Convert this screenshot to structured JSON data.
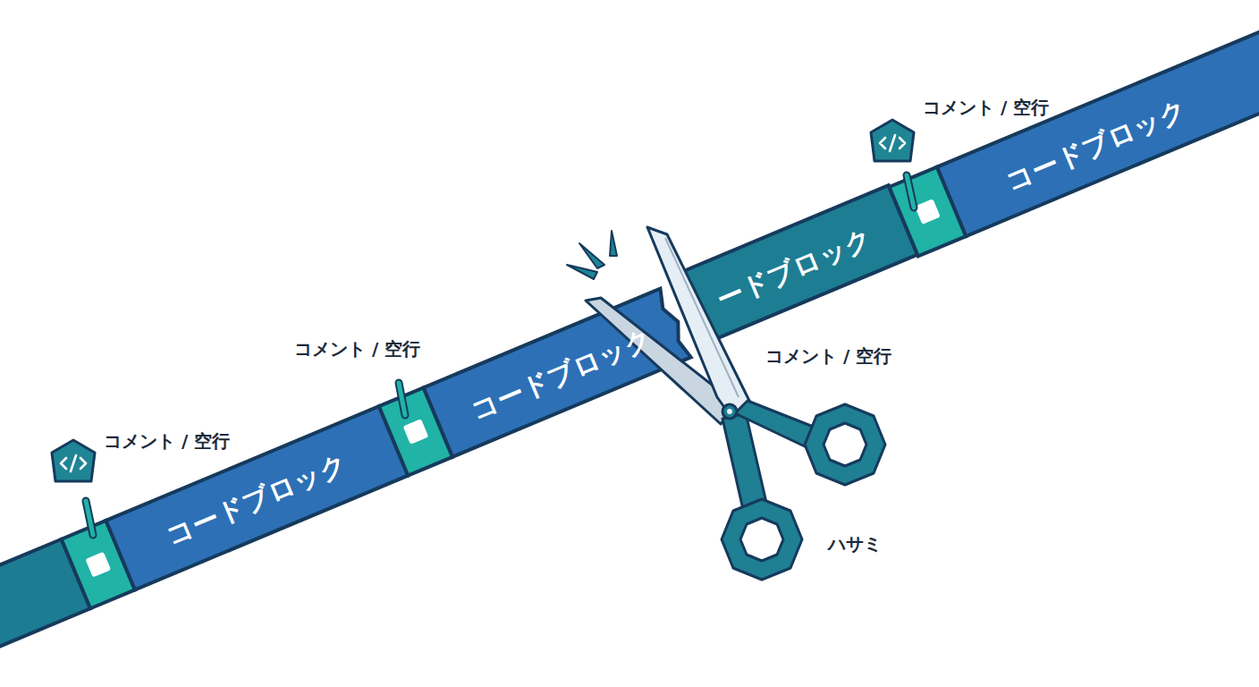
{
  "diagram": {
    "nodes": [
      {
        "text": [
          "コードブロック"
        ]
      },
      {
        "text": [
          "コードブロック"
        ]
      },
      {
        "text": [
          "ードブロック"
        ]
      },
      {
        "text": [
          "コードブロック"
        ]
      }
    ],
    "labels": [
      "コメント / 空行",
      "コメント / 空行",
      "コメント / 空行",
      "コメント / 空行",
      "ハサミ"
    ]
  }
}
